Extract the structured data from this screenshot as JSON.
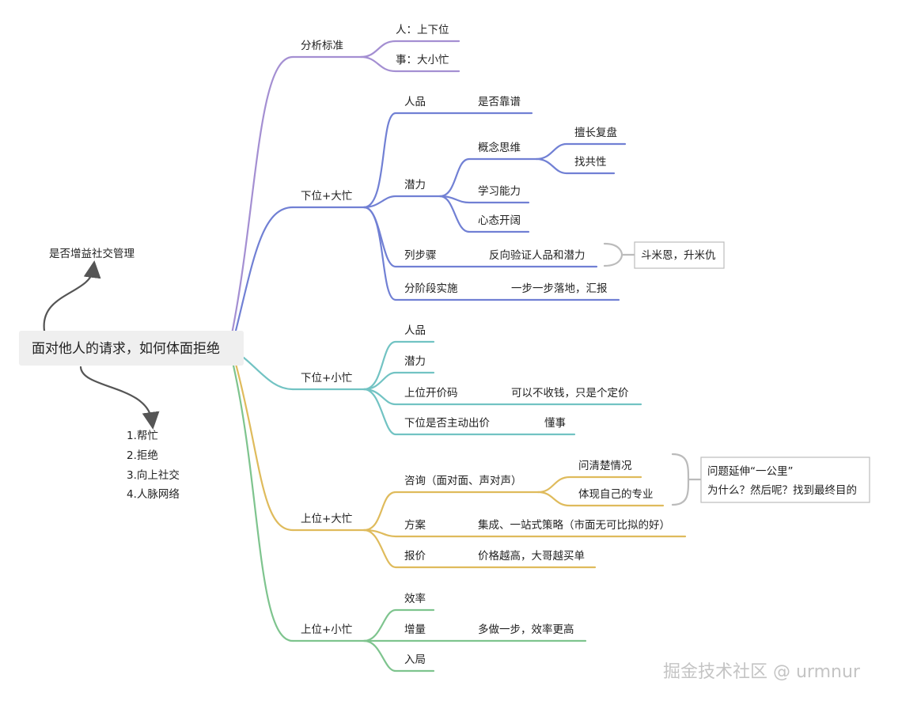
{
  "colors": {
    "purple": "#a48fd2",
    "blue": "#7180d4",
    "teal": "#72c3c3",
    "gold": "#dfbb5c",
    "green": "#7ec48e",
    "gray": "#555555"
  },
  "root": "面对他人的请求，如何体面拒绝",
  "note_top": "是否增益社交管理",
  "note_bottom": [
    "1.帮忙",
    "2.拒绝",
    "3.向上社交",
    "4.人脉网络"
  ],
  "branches": {
    "b1": {
      "label": "分析标准",
      "children": [
        "人：上下位",
        "事：大小忙"
      ]
    },
    "b2": {
      "label": "下位+大忙",
      "renpin": "人品",
      "renpin_detail": "是否靠谱",
      "qianli": "潜力",
      "gainian": "概念思维",
      "gainian_children": [
        "擅长复盘",
        "找共性"
      ],
      "xuexi": "学习能力",
      "xintai": "心态开阔",
      "liebuzhou": "列步骤",
      "liebuzhou_detail": "反向验证人品和潜力",
      "callout": "斗米恩，升米仇",
      "fenjieduan": "分阶段实施",
      "fenjieduan_detail": "一步一步落地，汇报"
    },
    "b3": {
      "label": "下位+小忙",
      "renpin": "人品",
      "qianli": "潜力",
      "kaijia": "上位开价码",
      "kaijia_detail": "可以不收钱，只是个定价",
      "chujia": "下位是否主动出价",
      "chujia_detail": "懂事"
    },
    "b4": {
      "label": "上位+大忙",
      "zixun": "咨询（面对面、声对声）",
      "zixun_children": [
        "问清楚情况",
        "体现自己的专业"
      ],
      "callout_lines": [
        "问题延伸“一公里”",
        "为什么？然后呢？找到最终目的"
      ],
      "fangan": "方案",
      "fangan_detail": "集成、一站式策略（市面无可比拟的好）",
      "baojia": "报价",
      "baojia_detail": "价格越高，大哥越买单"
    },
    "b5": {
      "label": "上位+小忙",
      "xiaolv": "效率",
      "zengliang": "增量",
      "zengliang_detail": "多做一步，效率更高",
      "ruju": "入局"
    }
  },
  "watermark": "掘金技术社区 @ urmnur"
}
